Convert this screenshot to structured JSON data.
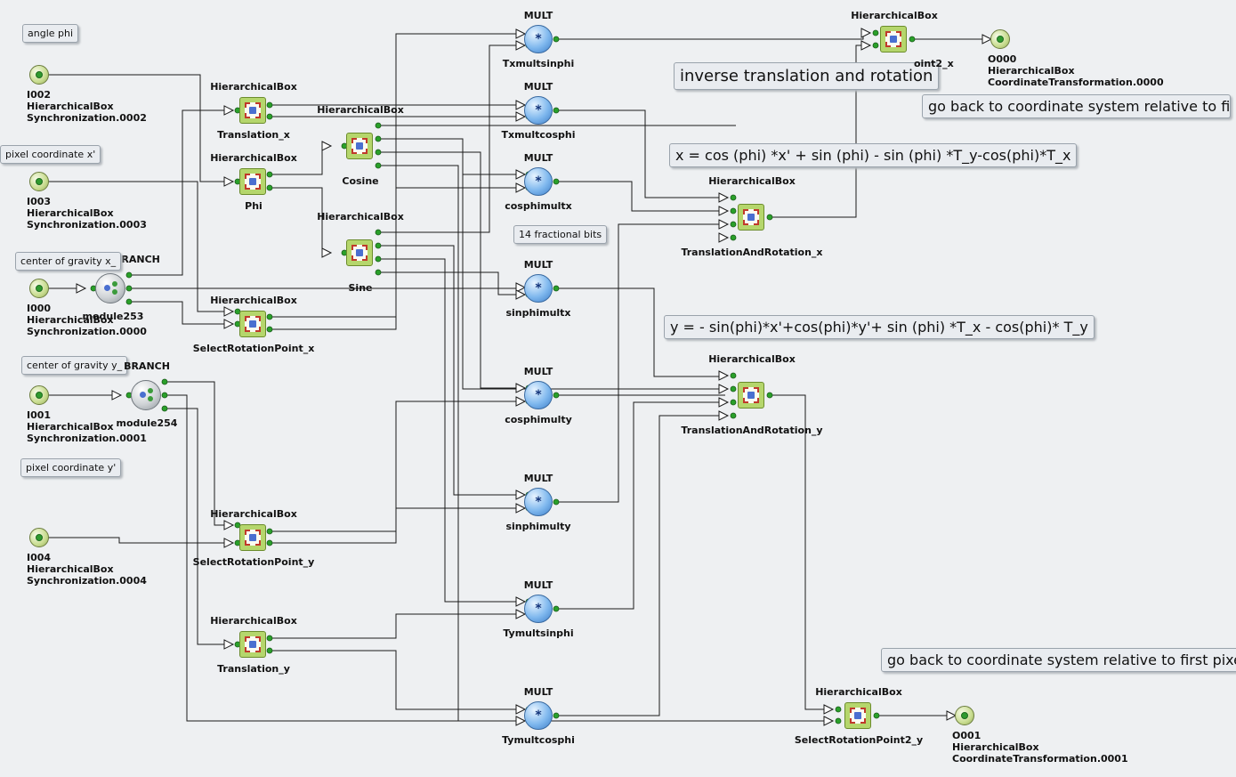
{
  "notes": {
    "angle_phi": "angle phi",
    "pixel_x": "pixel coordinate x'",
    "cog_x": "center of gravity x_",
    "cog_y": "center of gravity y_",
    "pixel_y": "pixel coordinate y'",
    "frac_bits": "14 fractional bits",
    "inverse": "inverse translation and rotation",
    "go_back_1": "go back to coordinate system relative to first pixel",
    "go_back_2": "go back to coordinate system relative to first pixel",
    "eq_x": "x = cos (phi) *x'  + sin (phi) - sin (phi) *T_y-cos(phi)*T_x",
    "eq_y": "y = - sin(phi)*x'+cos(phi)*y'+ sin (phi) *T_x - cos(phi)* T_y"
  },
  "inputs": {
    "i002": [
      "I002",
      "HierarchicalBox",
      "Synchronization.0002"
    ],
    "i003": [
      "I003",
      "HierarchicalBox",
      "Synchronization.0003"
    ],
    "i000": [
      "I000",
      "HierarchicalBox",
      "Synchronization.0000"
    ],
    "i001": [
      "I001",
      "HierarchicalBox",
      "Synchronization.0001"
    ],
    "i004": [
      "I004",
      "HierarchicalBox",
      "Synchronization.0004"
    ]
  },
  "outputs": {
    "o000": [
      "O000",
      "HierarchicalBox",
      "CoordinateTransformation.0000"
    ],
    "o001": [
      "O001",
      "HierarchicalBox",
      "CoordinateTransformation.0001"
    ]
  },
  "branches": {
    "b253": {
      "type": "BRANCH",
      "name": "module253"
    },
    "b254": {
      "type": "BRANCH",
      "name": "module254"
    }
  },
  "hboxes": {
    "translation_x": {
      "type": "HierarchicalBox",
      "name": "Translation_x"
    },
    "phi": {
      "type": "HierarchicalBox",
      "name": "Phi"
    },
    "cosine": {
      "type": "HierarchicalBox",
      "name": "Cosine"
    },
    "sine": {
      "type": "HierarchicalBox",
      "name": "Sine"
    },
    "srp_x": {
      "type": "HierarchicalBox",
      "name": "SelectRotationPoint_x"
    },
    "srp_y": {
      "type": "HierarchicalBox",
      "name": "SelectRotationPoint_y"
    },
    "translation_y": {
      "type": "HierarchicalBox",
      "name": "Translation_y"
    },
    "tar_x": {
      "type": "HierarchicalBox",
      "name": "TranslationAndRotation_x"
    },
    "tar_y": {
      "type": "HierarchicalBox",
      "name": "TranslationAndRotation_y"
    },
    "srp2_x": {
      "type": "HierarchicalBox",
      "name": "oint2_x"
    },
    "srp2_y": {
      "type": "HierarchicalBox",
      "name": "SelectRotationPoint2_y"
    }
  },
  "mults": {
    "txmultsinphi": {
      "type": "MULT",
      "name": "Txmultsinphi"
    },
    "txmultcosphi": {
      "type": "MULT",
      "name": "Txmultcosphi"
    },
    "cosphimultx": {
      "type": "MULT",
      "name": "cosphimultx"
    },
    "sinphimultx": {
      "type": "MULT",
      "name": "sinphimultx"
    },
    "cosphimulty": {
      "type": "MULT",
      "name": "cosphimulty"
    },
    "sinphimulty": {
      "type": "MULT",
      "name": "sinphimulty"
    },
    "tymultsinphi": {
      "type": "MULT",
      "name": "Tymultsinphi"
    },
    "tymultcosphi": {
      "type": "MULT",
      "name": "Tymultcosphi"
    }
  },
  "glyphs": {
    "mult": "*"
  },
  "colors": {
    "background": "#eef0f2",
    "wire": "#1a1a1a",
    "box": "#b5d66c",
    "mult": "#7fb8ee"
  }
}
